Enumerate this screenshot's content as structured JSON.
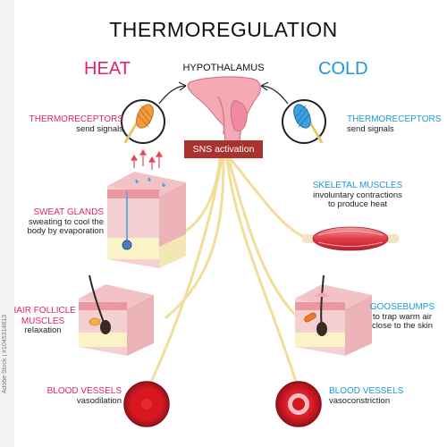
{
  "title": "THERMOREGULATION",
  "heat_label": "HEAT",
  "cold_label": "COLD",
  "center_label": "HYPOTHALAMUS",
  "sns_label": "SNS activation",
  "heat_side": {
    "thermoreceptors": {
      "heading": "THERMORECEPTORS",
      "text": "send signals"
    },
    "sweat_glands": {
      "heading": "SWEAT GLANDS",
      "line1": "sweating to cool the",
      "line2": "body by evaporation"
    },
    "hair_follicle": {
      "heading1": "HAIR FOLLICLE",
      "heading2": "MUSCLES",
      "text": "relaxation"
    },
    "blood_vessels": {
      "heading": "BLOOD VESSELS",
      "text": "vasodilation"
    }
  },
  "cold_side": {
    "thermoreceptors": {
      "heading": "THERMORECEPTORS",
      "text": "send signals"
    },
    "skeletal_muscles": {
      "heading": "SKELETAL MUSCLES",
      "line1": "involuntary contractions",
      "line2": "to produce heat"
    },
    "goosebumps": {
      "heading": "GOOSEBUMPS",
      "line1": "to trap warm air",
      "line2": "close to the skin"
    },
    "blood_vessels": {
      "heading": "BLOOD VESSELS",
      "text": "vasoconstriction"
    }
  },
  "colors": {
    "heat": "#e0226e",
    "cold": "#1a9ad6",
    "nerve": "#f2dd9a",
    "sns": "#a8322d",
    "vessel": "#c8161d"
  },
  "watermark": "Adobe Stock | #1045314813"
}
